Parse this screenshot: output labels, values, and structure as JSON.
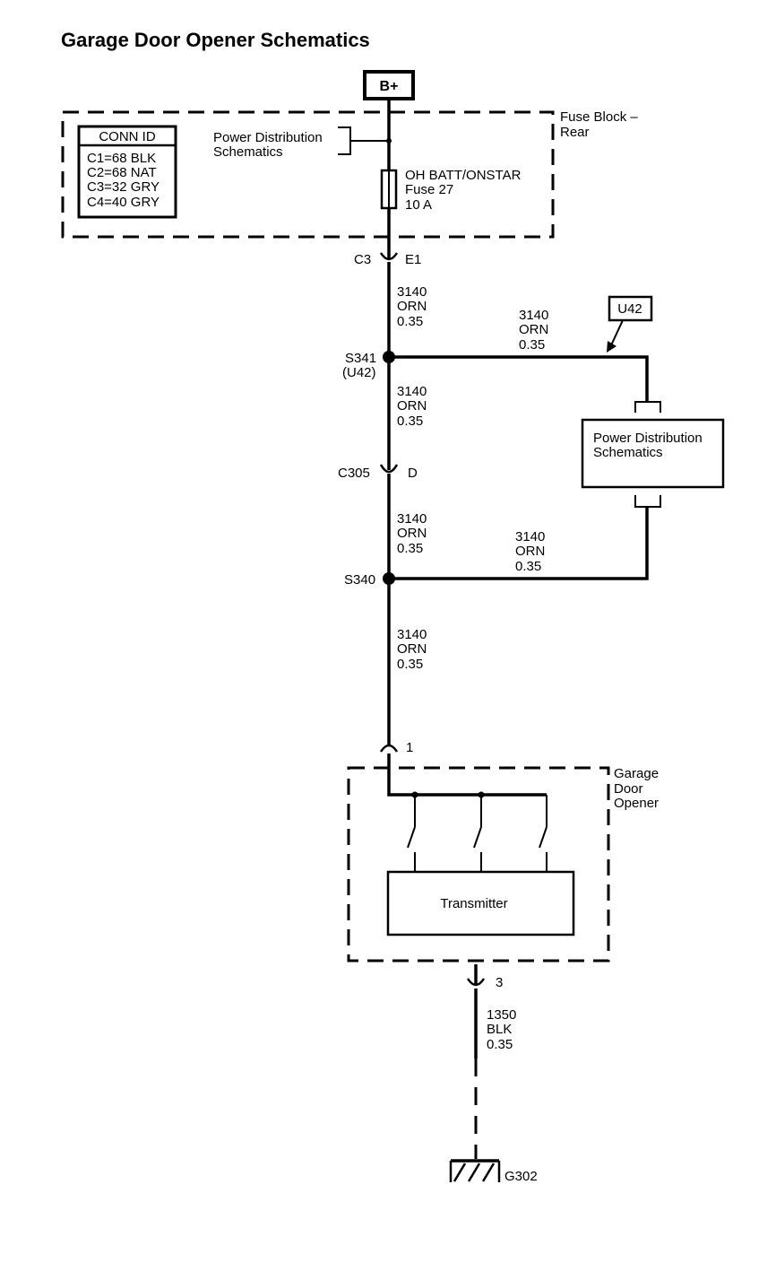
{
  "title": "Garage Door Opener Schematics",
  "battery": "B+",
  "fuse_block": {
    "label": [
      "Fuse Block –",
      "Rear"
    ],
    "power_dist_ref": [
      "Power Distribution",
      "Schematics"
    ],
    "fuse_label": [
      "OH BATT/ONSTAR",
      "Fuse 27",
      "10 A"
    ]
  },
  "conn_id": {
    "header": "CONN ID",
    "rows": [
      "C1=68 BLK",
      "C2=68 NAT",
      "C3=32 GRY",
      "C4=40 GRY"
    ]
  },
  "connectors": {
    "c3_left": "C3",
    "c3_right": "E1",
    "c305_left": "C305",
    "c305_right": "D",
    "gdo_in": "1",
    "gdo_out": "3"
  },
  "splices": {
    "s341": [
      "S341",
      "(U42)"
    ],
    "s340": "S340"
  },
  "wires": {
    "w1": [
      "3140",
      "ORN",
      "0.35"
    ],
    "w2": [
      "3140",
      "ORN",
      "0.35"
    ],
    "w3": [
      "3140",
      "ORN",
      "0.35"
    ],
    "w4": [
      "3140",
      "ORN",
      "0.35"
    ],
    "w5": [
      "3140",
      "ORN",
      "0.35"
    ],
    "w6": [
      "3140",
      "ORN",
      "0.35"
    ],
    "ground": [
      "1350",
      "BLK",
      "0.35"
    ]
  },
  "option_tag": "U42",
  "power_dist_box": [
    "Power Distribution",
    "Schematics"
  ],
  "gdo": {
    "label": [
      "Garage",
      "Door",
      "Opener"
    ],
    "transmitter": "Transmitter"
  },
  "ground_label": "G302"
}
